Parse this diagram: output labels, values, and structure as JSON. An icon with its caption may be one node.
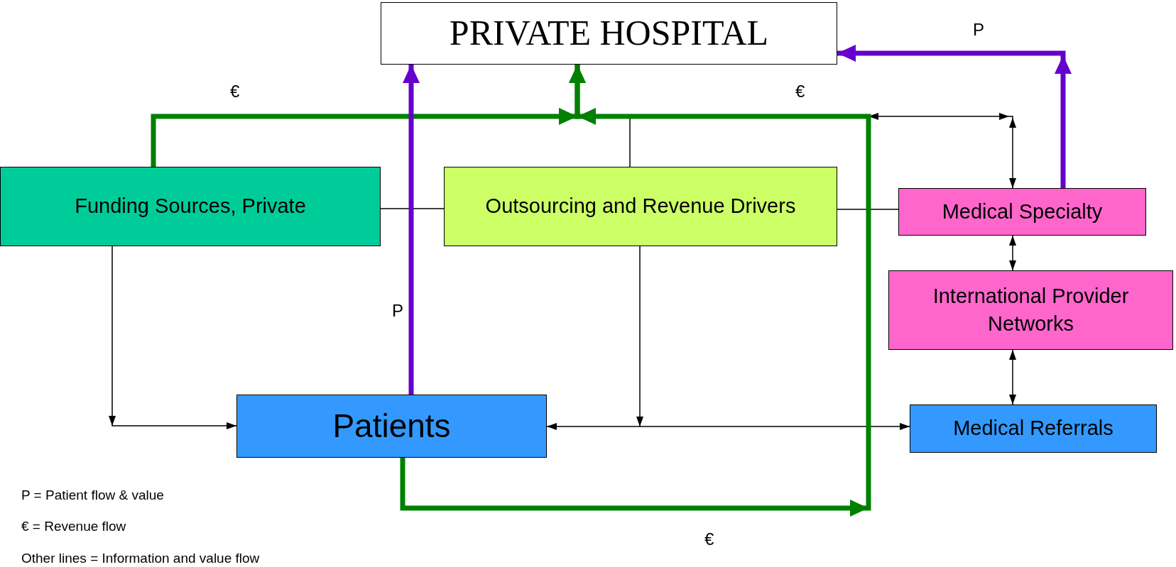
{
  "diagram": {
    "nodes": [
      {
        "text": [
          "PRIVATE HOSPITAL"
        ]
      },
      {
        "text": [
          "Funding Sources, Private"
        ]
      },
      {
        "text": [
          "Outsourcing and Revenue Drivers"
        ]
      },
      {
        "text": [
          "Medical Specialty"
        ]
      },
      {
        "text": [
          "International Provider Networks"
        ]
      },
      {
        "text": [
          "Patients"
        ]
      },
      {
        "text": [
          "Medical Referrals"
        ]
      }
    ],
    "edges": [
      {
        "from": 1,
        "to": 0,
        "arrow": "to",
        "label": "€",
        "style": "thick",
        "color": "#008000"
      },
      {
        "from": 5,
        "to": 0,
        "arrow": "to",
        "label": "€",
        "style": "thick",
        "color": "#008000"
      },
      {
        "from": 5,
        "to": 0,
        "arrow": "to",
        "label": "P",
        "style": "thick",
        "color": "#6600cc"
      },
      {
        "from": 3,
        "to": 0,
        "arrow": "to",
        "label": "P",
        "style": "thick",
        "color": "#6600cc"
      },
      {
        "from": 1,
        "to": 2,
        "arrow": "none"
      },
      {
        "from": 2,
        "to": 3,
        "arrow": "none"
      },
      {
        "from": 2,
        "to": null,
        "arrow": "none"
      },
      {
        "from": null,
        "to": 3,
        "arrow": "both"
      },
      {
        "from": 3,
        "to": 4,
        "arrow": "both"
      },
      {
        "from": 4,
        "to": 6,
        "arrow": "both"
      },
      {
        "from": 1,
        "to": 5,
        "arrow": "to"
      },
      {
        "from": 5,
        "to": 6,
        "arrow": "both"
      },
      {
        "from": 2,
        "to": null,
        "arrow": "to"
      }
    ],
    "labels": [
      "€",
      "P = Patient flow & value",
      "€ = Revenue flow",
      "Other lines = Information and value flow"
    ]
  }
}
